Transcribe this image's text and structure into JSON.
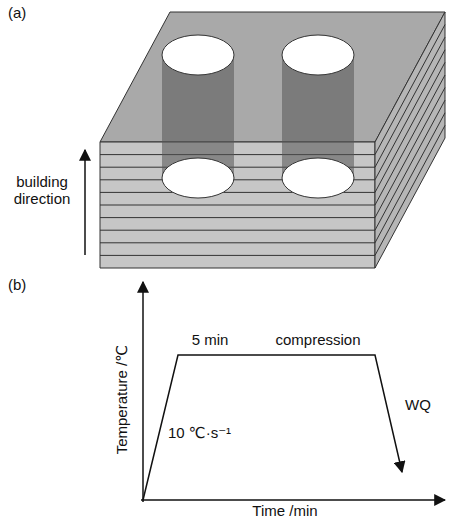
{
  "diagram": {
    "labels": [
      "(a)",
      "building direction",
      "(b)",
      "5 min",
      "compression",
      "10 ℃·s⁻¹",
      "WQ",
      "Temperature /℃",
      "Time /min"
    ]
  }
}
